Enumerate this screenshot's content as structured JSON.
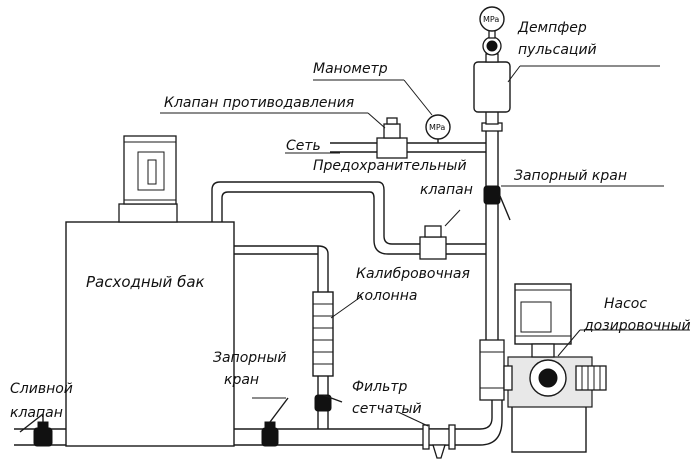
{
  "labels": {
    "damper": [
      "Демпфер",
      "пульсаций"
    ],
    "manometer": "Манометр",
    "back_pressure_valve": "Клапан противодавления",
    "network": "Сеть",
    "safety_valve": [
      "Предохранительный",
      "клапан"
    ],
    "shutoff_valve_top": "Запорный кран",
    "calibration_column": [
      "Калибровочная",
      "колонна"
    ],
    "dosing_pump": [
      "Насос",
      "дозировочный"
    ],
    "supply_tank": "Расходный бак",
    "shutoff_valve_bottom": [
      "Запорный",
      "кран"
    ],
    "drain_valve": [
      "Сливной",
      "клапан"
    ],
    "mesh_filter": [
      "Фильтр",
      "сетчатый"
    ]
  },
  "gauge_unit": "MPa"
}
